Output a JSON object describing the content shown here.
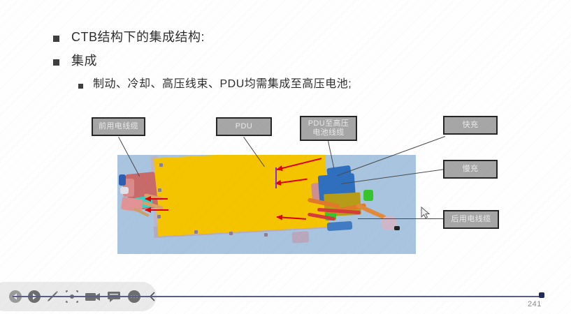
{
  "slide": {
    "bullets": [
      {
        "level": 1,
        "text": "CTB结构下的集成结构:"
      },
      {
        "level": 1,
        "text": "集成"
      },
      {
        "level": 2,
        "text": "制动、冷却、高压线束、PDU均需集成至高压电池;"
      }
    ],
    "figure": {
      "alt": "CTB电池包集成结构三维示意图",
      "background_color": "#a8c4de",
      "battery_pack_color": "#f5c400",
      "pdu_color": "#2f6fbd",
      "arrow_color": "#e00000",
      "callouts": [
        {
          "id": "front-cable",
          "label": "前用电线缆"
        },
        {
          "id": "pdu",
          "label": "PDU"
        },
        {
          "id": "pdu-to-hv",
          "label": "PDU至高压\n电池线缆",
          "line1": "PDU至高压",
          "line2": "电池线缆"
        },
        {
          "id": "fast-charge",
          "label": "快充"
        },
        {
          "id": "slow-charge",
          "label": "慢充"
        },
        {
          "id": "rear-cable",
          "label": "后用电线缆"
        }
      ]
    }
  },
  "toolbar": {
    "icons": [
      {
        "name": "previous-slide-icon",
        "glyph": "◀"
      },
      {
        "name": "play-slide-icon",
        "glyph": "▶"
      },
      {
        "name": "pen-tool-icon",
        "glyph": "✎"
      },
      {
        "name": "laser-pointer-icon",
        "glyph": "◉"
      },
      {
        "name": "video-camera-icon",
        "glyph": "▭"
      },
      {
        "name": "comment-icon",
        "glyph": "▤"
      },
      {
        "name": "more-options-icon",
        "glyph": "•••"
      },
      {
        "name": "collapse-chevron-icon",
        "glyph": "‹"
      }
    ]
  },
  "status": {
    "page_number": "241",
    "progress_percent": 98
  }
}
